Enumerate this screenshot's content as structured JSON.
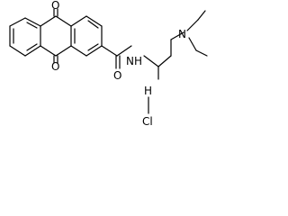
{
  "atoms": {
    "o_top": "O",
    "o_bottom": "O",
    "nh": "NH",
    "n_amine": "N",
    "o_amide": "O",
    "hcl_h": "H",
    "hcl_cl": "Cl"
  }
}
